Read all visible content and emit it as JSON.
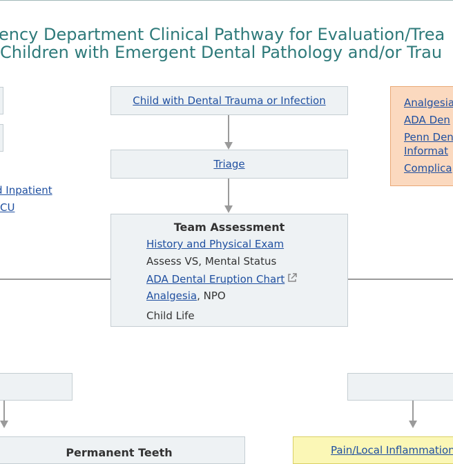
{
  "title": {
    "line1": "ency Department Clinical Pathway for Evaluation/Trea",
    "line2": "Children with Emergent Dental Pathology and/or Trau"
  },
  "flow": {
    "start": "Child with Dental Trauma or Infection",
    "triage": "Triage",
    "assessment": {
      "heading": "Team Assessment",
      "history": "History and Physical Exam",
      "vitals": "Assess VS, Mental Status",
      "eruption_chart": "ADA Dental Eruption Chart",
      "analgesia": "Analgesia",
      "npo": ", NPO",
      "child_life": "Child Life"
    },
    "bottom_left": "Permanent Teeth",
    "bottom_right": "Pain/Local Inflammation"
  },
  "left_links": {
    "inpatient": "d Inpatient",
    "picu": "CU"
  },
  "right_links": {
    "analgesia": "Analgesia",
    "ada": "ADA Den",
    "penn_1": "Penn Den",
    "penn_2": "Informat",
    "complications": "Complica"
  },
  "colors": {
    "title": "#2e7a7a",
    "link": "#1f4fa0",
    "box_fill": "#eef2f4",
    "box_border": "#c4cdd2",
    "orange_fill": "#fbd9bf",
    "orange_border": "#e9a774",
    "yellow_fill": "#fbf7b6",
    "yellow_border": "#d9cf64",
    "connector": "#9a9a9a"
  },
  "icons": {
    "external": "external-link-icon"
  }
}
